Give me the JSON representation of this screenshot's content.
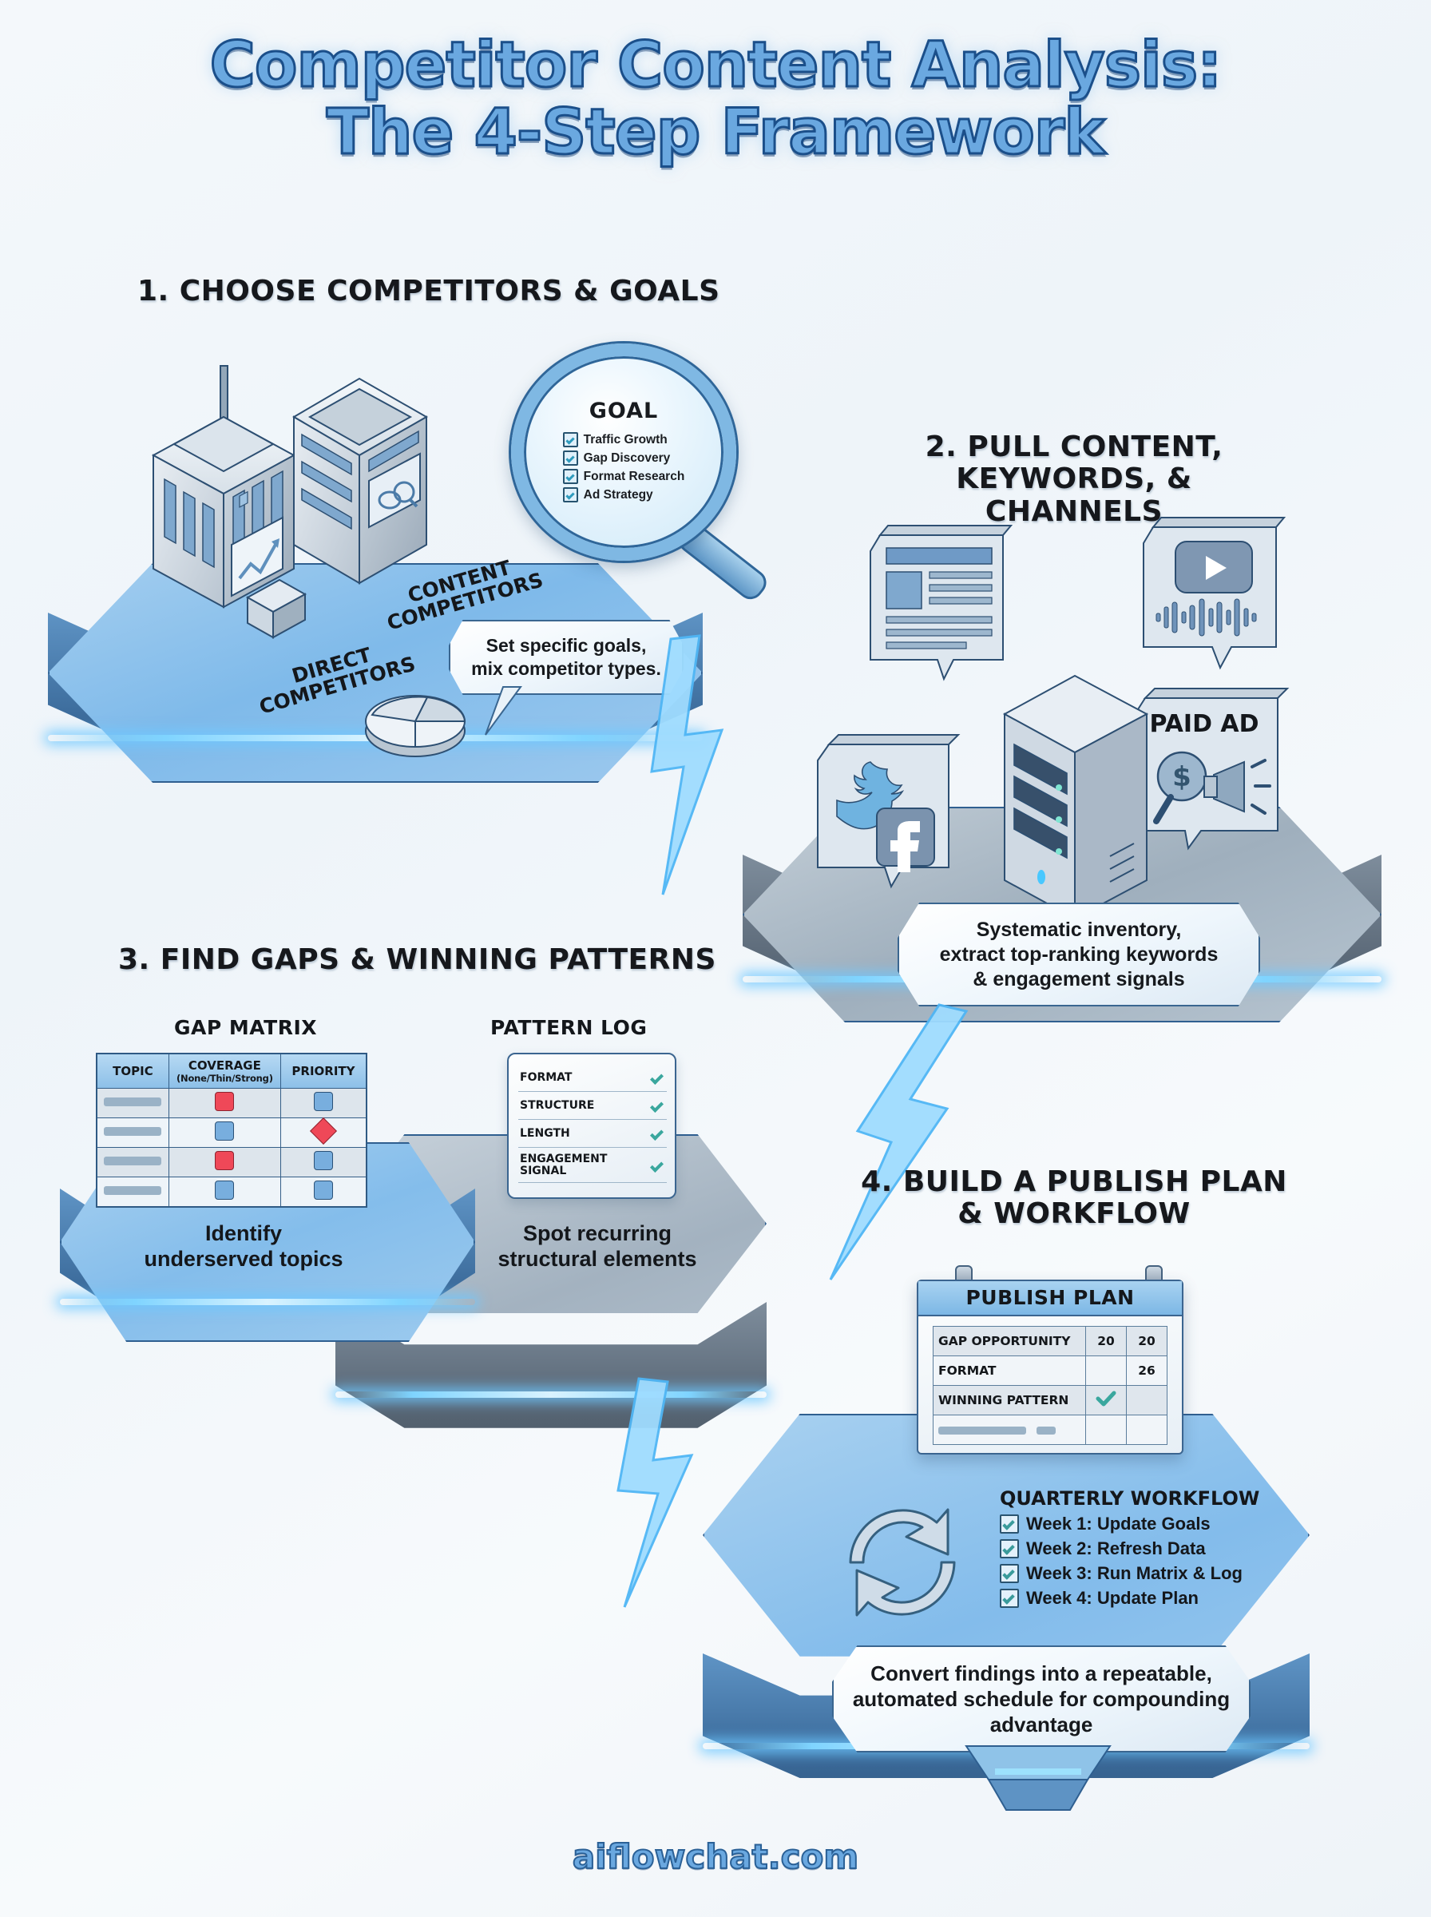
{
  "title": {
    "line1": "Competitor Content Analysis:",
    "line2": "The 4-Step Framework"
  },
  "footer": {
    "url": "aiflowchat.com"
  },
  "steps": [
    {
      "heading": "1. CHOOSE COMPETITORS & GOALS",
      "goal_card": {
        "title": "GOAL",
        "items": [
          "Traffic Growth",
          "Gap Discovery",
          "Format Research",
          "Ad Strategy"
        ]
      },
      "platform_labels": [
        "DIRECT\nCOMPETITORS",
        "CONTENT\nCOMPETITORS"
      ],
      "label_direct_l1": "DIRECT",
      "label_direct_l2": "COMPETITORS",
      "label_content_l1": "CONTENT",
      "label_content_l2": "COMPETITORS",
      "callout_l1": "Set specific goals,",
      "callout_l2": "mix competitor types."
    },
    {
      "heading_l1": "2. PULL CONTENT,",
      "heading_l2": "KEYWORDS, & CHANNELS",
      "channel_icons": [
        "article-card",
        "video-podcast-card",
        "social-card",
        "paid-ad-card",
        "server-rack"
      ],
      "paid_ad_label": "PAID AD",
      "callout_l1": "Systematic inventory,",
      "callout_l2": "extract top-ranking keywords",
      "callout_l3": "& engagement signals"
    },
    {
      "heading": "3. FIND GAPS & WINNING PATTERNS",
      "gap_matrix": {
        "title": "GAP MATRIX",
        "columns": [
          "TOPIC",
          "COVERAGE",
          "PRIORITY"
        ],
        "coverage_sub": "(None/Thin/Strong)",
        "rows": [
          {
            "topic": "",
            "coverage": "red-square",
            "priority": "blue-square"
          },
          {
            "topic": "",
            "coverage": "blue-square",
            "priority": "red-diamond"
          },
          {
            "topic": "",
            "coverage": "red-square",
            "priority": "blue-square"
          },
          {
            "topic": "",
            "coverage": "blue-square",
            "priority": "blue-square"
          }
        ]
      },
      "pattern_log": {
        "title": "PATTERN LOG",
        "rows": [
          "FORMAT",
          "STRUCTURE",
          "LENGTH",
          "ENGAGEMENT\nSIGNAL"
        ],
        "row1": "FORMAT",
        "row2": "STRUCTURE",
        "row3": "LENGTH",
        "row4a": "ENGAGEMENT",
        "row4b": "SIGNAL"
      },
      "caption_left_l1": "Identify",
      "caption_left_l2": "underserved topics",
      "caption_right_l1": "Spot recurring",
      "caption_right_l2": "structural elements"
    },
    {
      "heading_l1": "4. BUILD A PUBLISH PLAN",
      "heading_l2": "& WORKFLOW",
      "publish_plan": {
        "title": "PUBLISH PLAN",
        "rows": [
          {
            "label": "GAP OPPORTUNITY",
            "col1": "20",
            "col2": "20"
          },
          {
            "label": "FORMAT",
            "col1": "",
            "col2": "26"
          },
          {
            "label": "WINNING PATTERN",
            "col1": "check",
            "col2": ""
          }
        ]
      },
      "quarterly_workflow": {
        "title": "QUARTERLY WORKFLOW",
        "items": [
          "Week 1: Update Goals",
          "Week 2: Refresh Data",
          "Week 3: Run Matrix & Log",
          "Week 4: Update Plan"
        ]
      },
      "callout_l1": "Convert findings into a repeatable,",
      "callout_l2": "automated schedule for compounding",
      "callout_l3": "advantage"
    }
  ],
  "colors": {
    "title_blue": "#6aa8e0",
    "title_stroke": "#1b4f8a",
    "platform_blue": "#84bdeb",
    "platform_gray": "#a3b2c0",
    "glow_cyan": "#7fd4ff",
    "alert_red": "#ef4858",
    "check_teal": "#3aa79e",
    "heading_dark": "#16181c"
  }
}
